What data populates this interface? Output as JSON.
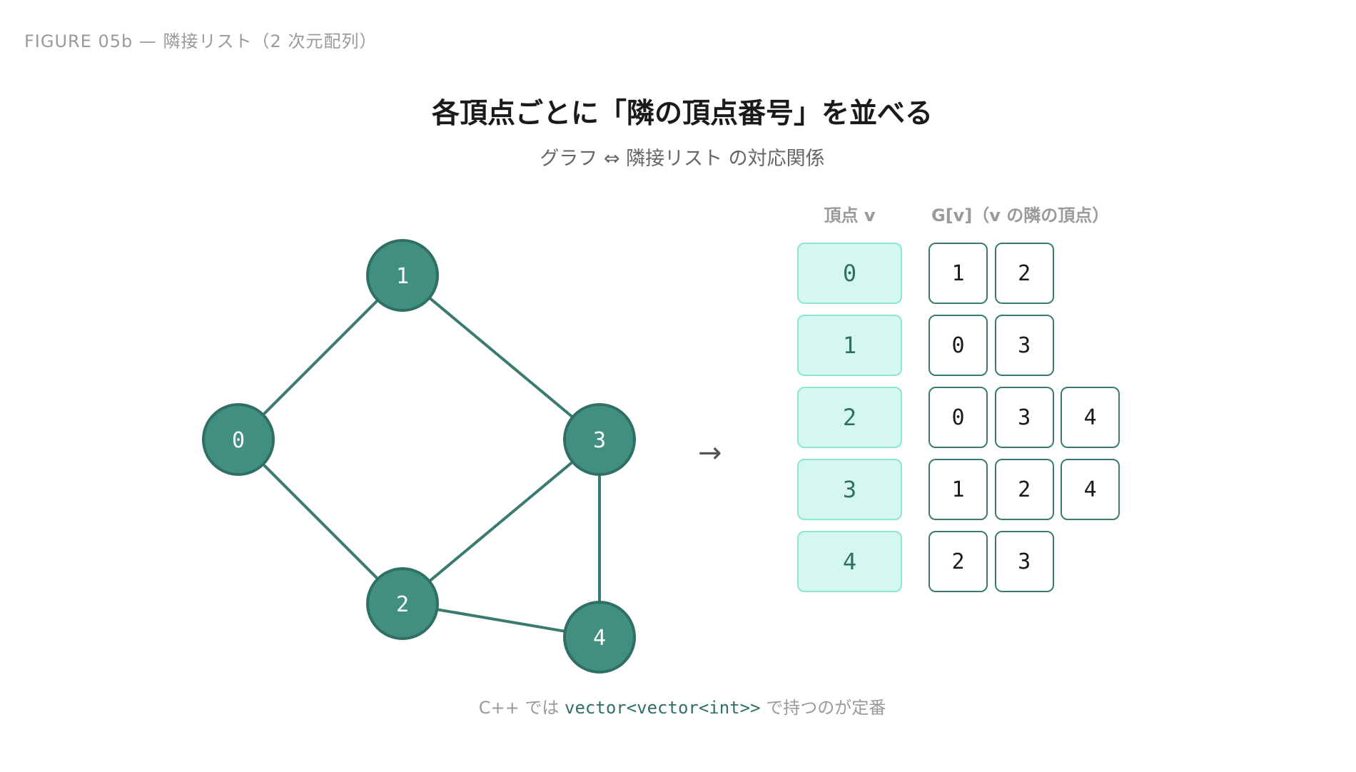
{
  "figure_label": "FIGURE 05b — 隣接リスト（2 次元配列）",
  "title": "各頂点ごとに「隣の頂点番号」を並べる",
  "subtitle": "グラフ ⇔ 隣接リスト の対応関係",
  "graph": {
    "nodes": [
      "0",
      "1",
      "2",
      "3",
      "4"
    ],
    "edges": [
      [
        "0",
        "1"
      ],
      [
        "1",
        "3"
      ],
      [
        "0",
        "2"
      ],
      [
        "2",
        "3"
      ],
      [
        "3",
        "4"
      ],
      [
        "2",
        "4"
      ]
    ]
  },
  "arrow": "→",
  "table": {
    "header_vertex": "頂点 v",
    "header_neighbors": "G[v]（v の隣の頂点）",
    "rows": [
      {
        "vertex": "0",
        "neighbors": [
          "1",
          "2"
        ]
      },
      {
        "vertex": "1",
        "neighbors": [
          "0",
          "3"
        ]
      },
      {
        "vertex": "2",
        "neighbors": [
          "0",
          "3",
          "4"
        ]
      },
      {
        "vertex": "3",
        "neighbors": [
          "1",
          "2",
          "4"
        ]
      },
      {
        "vertex": "4",
        "neighbors": [
          "2",
          "3"
        ]
      }
    ]
  },
  "footer": {
    "before": "C++ では ",
    "code": "vector<vector<int>>",
    "after": " で持つのが定番"
  },
  "colors": {
    "node_fill": "#418f81",
    "node_stroke": "#2f6f66",
    "edge": "#3a7a70",
    "vertex_bg": "#d4f8ef",
    "vertex_border": "#8ee6d2",
    "neighbor_border": "#3b7a70"
  }
}
